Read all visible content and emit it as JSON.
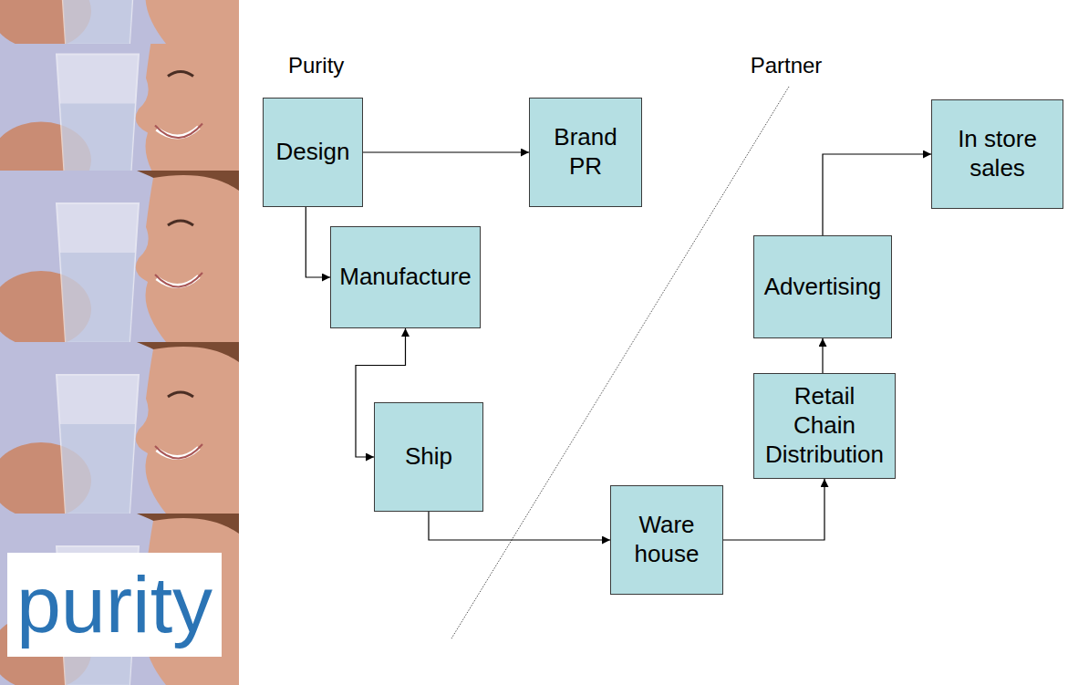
{
  "diagram": {
    "nodes": [
      {
        "text": [
          "Design"
        ]
      },
      {
        "text": [
          "Brand PR"
        ]
      },
      {
        "text": [
          "Manufacture"
        ]
      },
      {
        "text": [
          "Ship"
        ]
      },
      {
        "text": [
          "Ware house"
        ]
      },
      {
        "text": [
          "Retail Chain Distribution"
        ]
      },
      {
        "text": [
          "Advertising"
        ]
      },
      {
        "text": [
          "In store sales"
        ]
      }
    ],
    "edges": [
      {
        "from": 0,
        "to": 1,
        "arrow": "to"
      },
      {
        "from": 0,
        "to": 2,
        "arrow": "to"
      },
      {
        "from": 2,
        "to": 3,
        "arrow": "both"
      },
      {
        "from": 3,
        "to": 4,
        "arrow": "to"
      },
      {
        "from": 4,
        "to": 5,
        "arrow": "to"
      },
      {
        "from": 5,
        "to": 6,
        "arrow": "to"
      },
      {
        "from": 6,
        "to": 7,
        "arrow": "to"
      }
    ],
    "labels": [
      "Purity",
      "Partner",
      "purity"
    ]
  }
}
